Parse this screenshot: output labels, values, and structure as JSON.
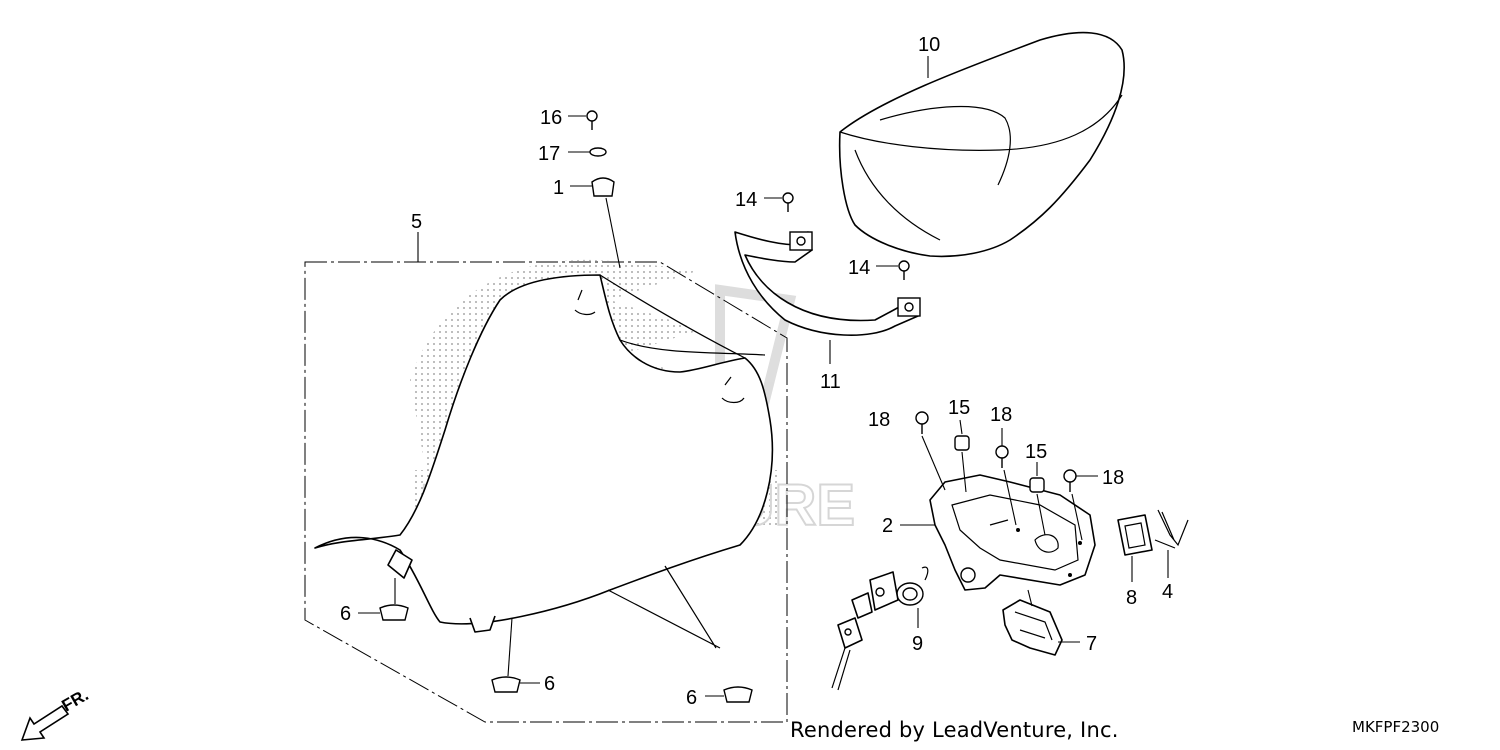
{
  "diagram": {
    "callouts": {
      "c1": "1",
      "c2": "2",
      "c4": "4",
      "c5": "5",
      "c6a": "6",
      "c6b": "6",
      "c6c": "6",
      "c7": "7",
      "c8": "8",
      "c9": "9",
      "c10": "10",
      "c11": "11",
      "c14a": "14",
      "c14b": "14",
      "c15a": "15",
      "c15b": "15",
      "c16": "16",
      "c17": "17",
      "c18a": "18",
      "c18b": "18",
      "c18c": "18"
    },
    "front_label": "FR."
  },
  "footer": {
    "render_credit": "Rendered by LeadVenture, Inc.",
    "drawing_code": "MKFPF2300"
  },
  "watermark": {
    "brand_mark": "LEADVENTURE",
    "color": "#bdbdbd"
  }
}
